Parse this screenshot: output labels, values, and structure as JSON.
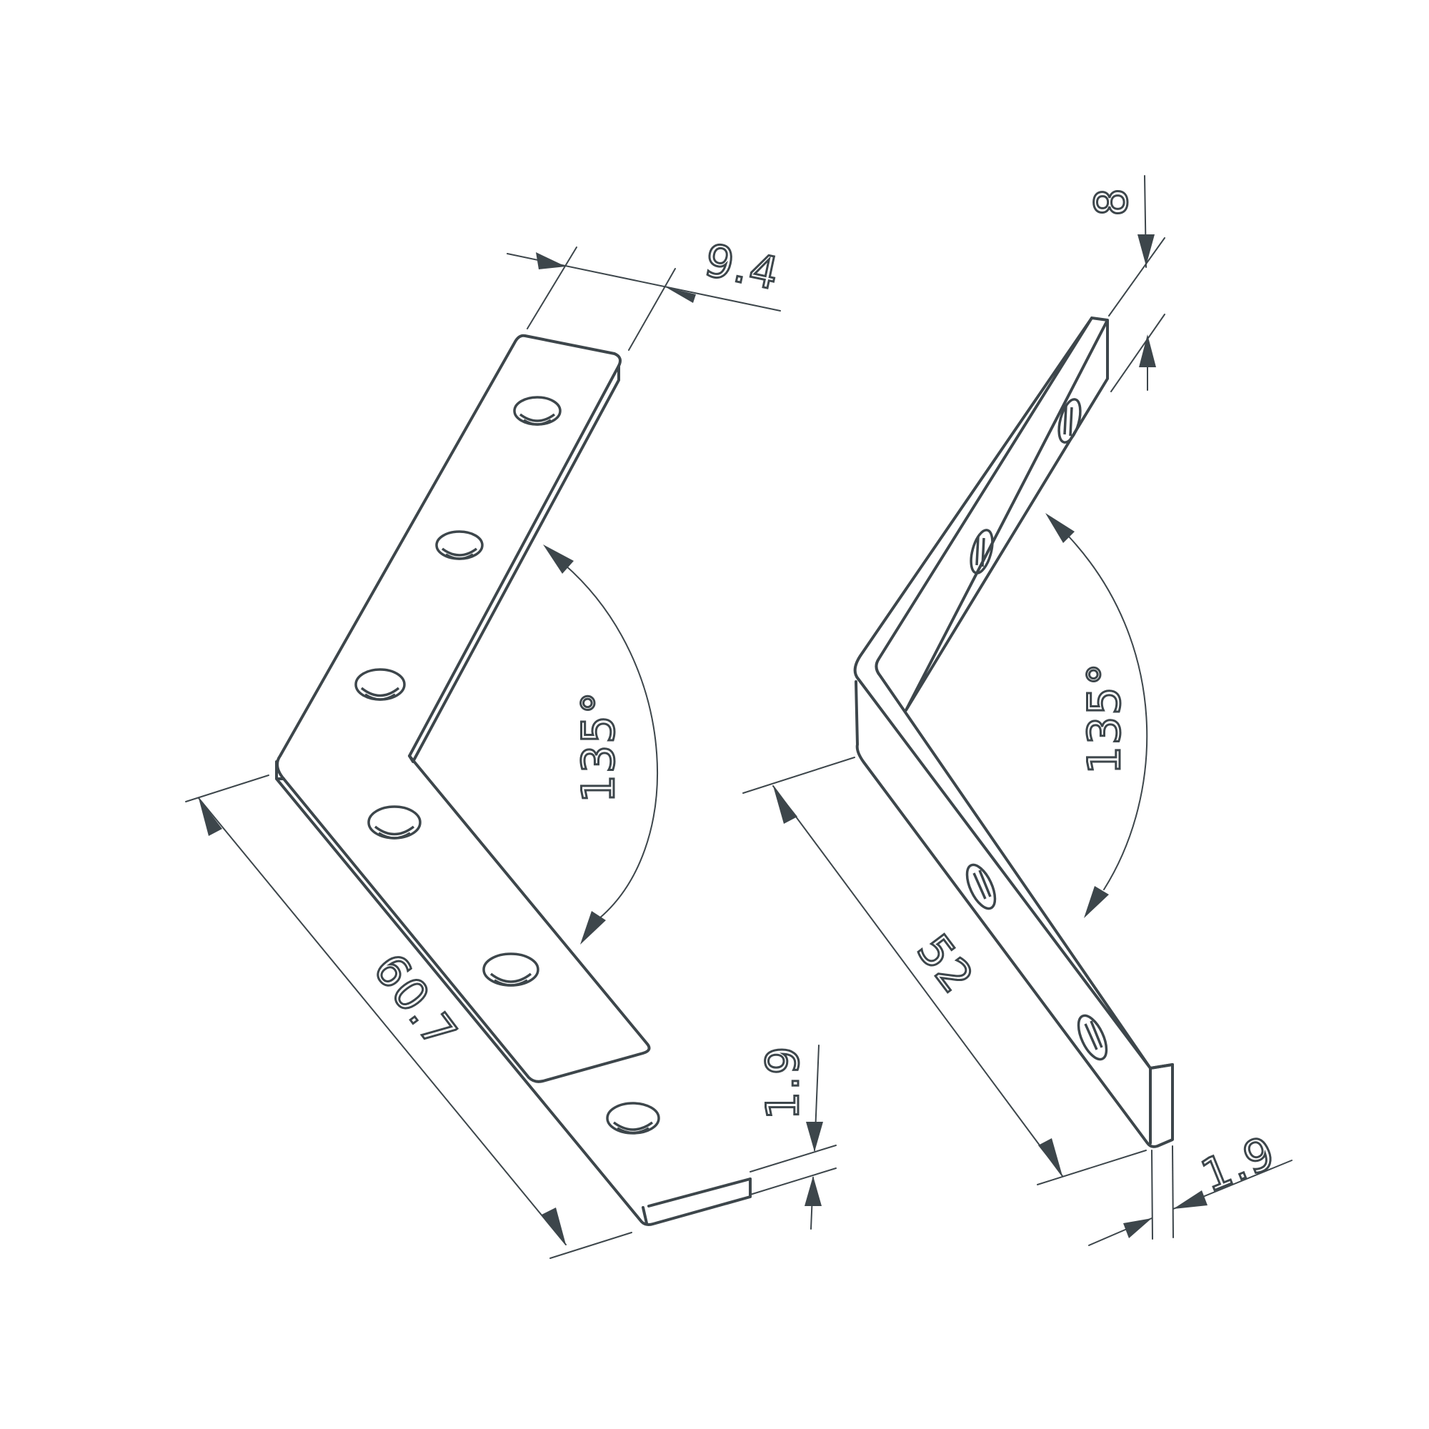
{
  "colors": {
    "line": "#3d464b",
    "background": "#ffffff"
  },
  "left_bracket": {
    "width_label": "9.4",
    "angle_label": "135°",
    "length_label": "60.7",
    "thickness_label": "1.9"
  },
  "right_bracket": {
    "width_label": "8",
    "angle_label": "135°",
    "length_label": "52",
    "thickness_label": "1.9"
  }
}
